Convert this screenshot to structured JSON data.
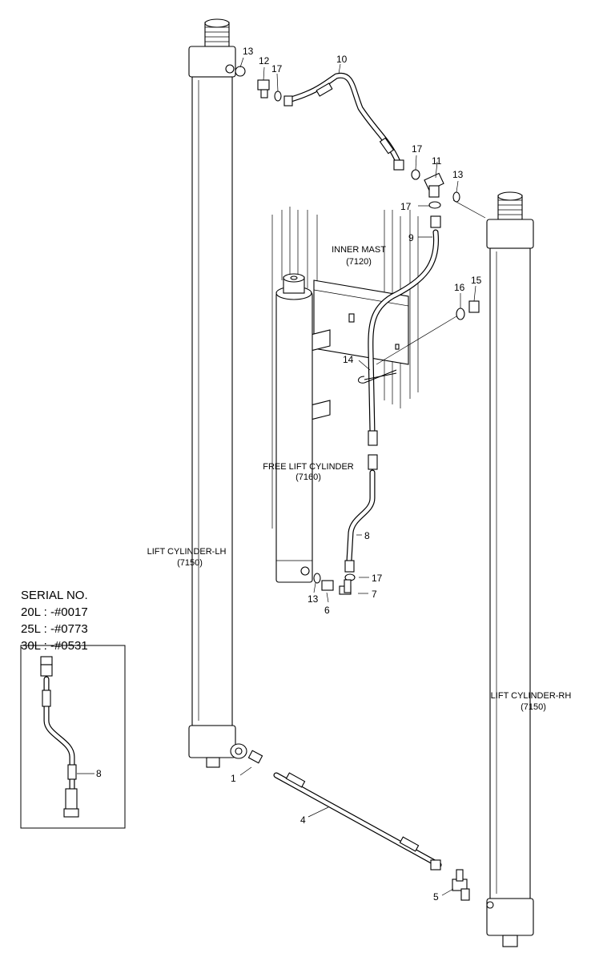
{
  "labels": {
    "inner_mast_name": "INNER MAST",
    "inner_mast_code": "(7120)",
    "free_lift_name": "FREE LIFT CYLINDER",
    "free_lift_code": "(7160)",
    "lift_lh_name": "LIFT CYLINDER-LH",
    "lift_lh_code": "(7150)",
    "lift_rh_name": "LIFT CYLINDER-RH",
    "lift_rh_code": "(7150)"
  },
  "serial": {
    "title": "SERIAL NO.",
    "line1": "20L : -#0017",
    "line2": "25L : -#0773",
    "line3": "30L : -#0531"
  },
  "parts": {
    "p1": "1",
    "p4": "4",
    "p5": "5",
    "p6": "6",
    "p7": "7",
    "p8": "8",
    "p8_inset": "8",
    "p9": "9",
    "p10": "10",
    "p11": "11",
    "p12": "12",
    "p13_top": "13",
    "p13_right": "13",
    "p13_low": "13",
    "p14": "14",
    "p15": "15",
    "p16": "16",
    "p17_a": "17",
    "p17_b": "17",
    "p17_c": "17",
    "p17_d": "17"
  }
}
